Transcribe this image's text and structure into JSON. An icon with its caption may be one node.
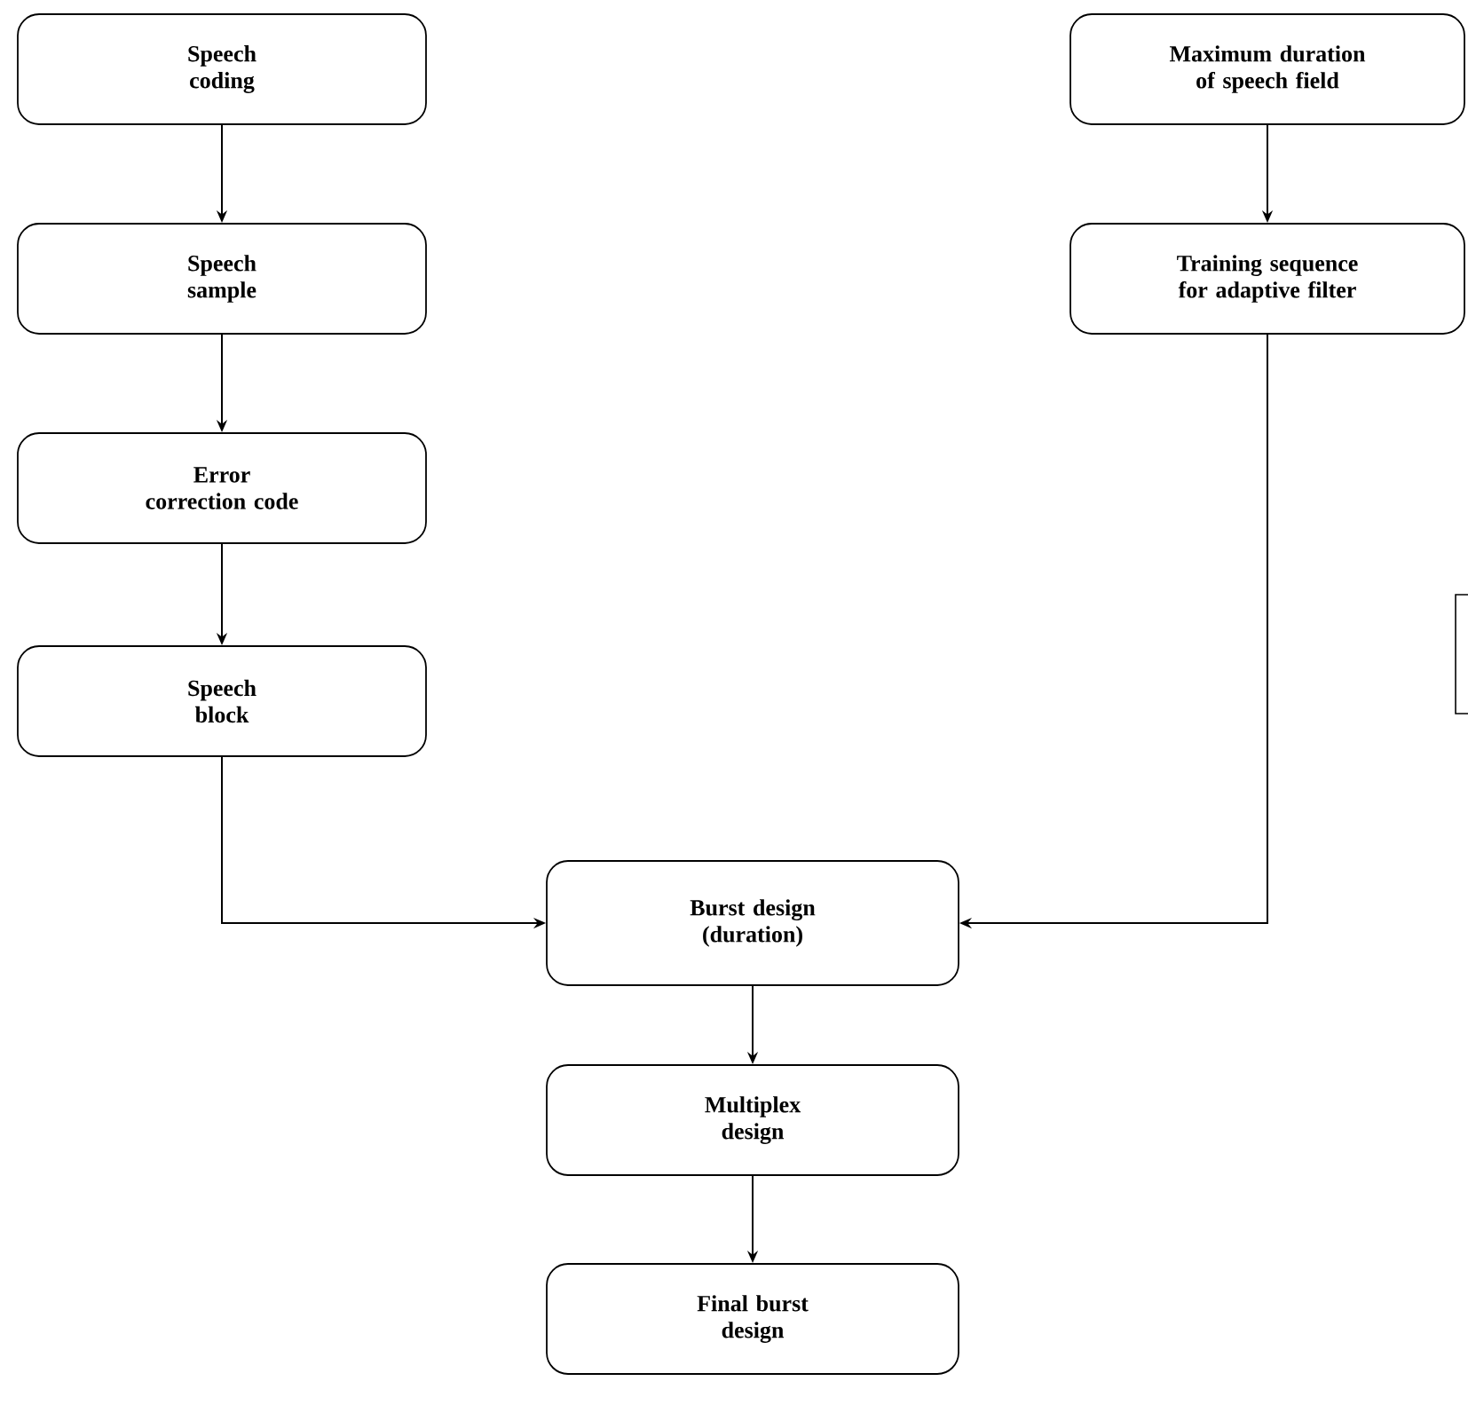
{
  "diagram": {
    "nodes": [
      {
        "text": [
          "Speech coding"
        ]
      },
      {
        "text": [
          "Speech sample"
        ]
      },
      {
        "text": [
          "Error correction code"
        ]
      },
      {
        "text": [
          "Speech block"
        ]
      },
      {
        "text": [
          "Maximum duration of speech field"
        ]
      },
      {
        "text": [
          "Training sequence for adaptive filter"
        ]
      },
      {
        "text": [
          "Burst design (duration)"
        ]
      },
      {
        "text": [
          "Multiplex design"
        ]
      },
      {
        "text": [
          "Final burst design"
        ]
      }
    ],
    "edges": [
      {
        "from": 0,
        "to": 1,
        "arrow": "to"
      },
      {
        "from": 1,
        "to": 2,
        "arrow": "to"
      },
      {
        "from": 2,
        "to": 3,
        "arrow": "to"
      },
      {
        "from": 3,
        "to": 6,
        "arrow": "to"
      },
      {
        "from": 4,
        "to": 5,
        "arrow": "to"
      },
      {
        "from": 5,
        "to": 6,
        "arrow": "to"
      },
      {
        "from": 6,
        "to": 7,
        "arrow": "to"
      },
      {
        "from": 7,
        "to": 8,
        "arrow": "to"
      }
    ]
  }
}
